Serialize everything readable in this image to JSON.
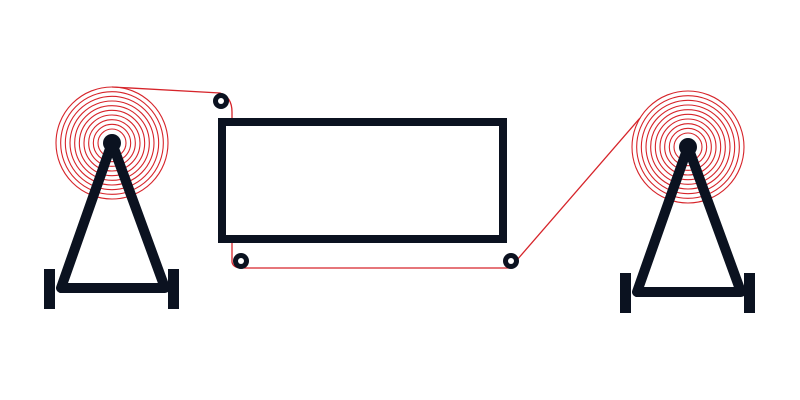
{
  "colors": {
    "background": "#ffffff",
    "frame": "#0b1220",
    "wire": "#d6242a"
  },
  "left_reel": {
    "coil_rings": 10,
    "icon": "wire-spool-icon"
  },
  "right_reel": {
    "coil_rings": 10,
    "icon": "wire-spool-icon"
  },
  "guide_rollers": {
    "count": 3,
    "icon": "pulley-icon"
  },
  "machine": {
    "icon": "processing-box-icon"
  }
}
